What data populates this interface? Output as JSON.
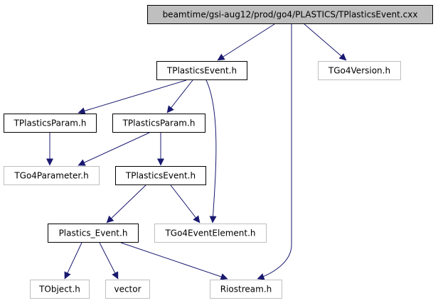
{
  "graph": {
    "nodes": [
      {
        "id": "root",
        "label": "beamtime/gsi-aug12/prod/go4/PLASTICS/TPlasticsEvent.cxx",
        "style": "root"
      },
      {
        "id": "tpe_h_1",
        "label": "TPlasticsEvent.h",
        "style": "documented"
      },
      {
        "id": "tgo4version",
        "label": "TGo4Version.h",
        "style": "external"
      },
      {
        "id": "tpp_h_1",
        "label": "TPlasticsParam.h",
        "style": "documented"
      },
      {
        "id": "tpp_h_2",
        "label": "TPlasticsParam.h",
        "style": "documented"
      },
      {
        "id": "tgo4parameter",
        "label": "TGo4Parameter.h",
        "style": "external"
      },
      {
        "id": "tpe_h_2",
        "label": "TPlasticsEvent.h",
        "style": "documented"
      },
      {
        "id": "plastics_event",
        "label": "Plastics_Event.h",
        "style": "documented"
      },
      {
        "id": "tgo4eventelement",
        "label": "TGo4EventElement.h",
        "style": "external"
      },
      {
        "id": "tobject",
        "label": "TObject.h",
        "style": "external"
      },
      {
        "id": "vector",
        "label": "vector",
        "style": "external"
      },
      {
        "id": "riostream",
        "label": "Riostream.h",
        "style": "external"
      }
    ],
    "edges": [
      {
        "from": "root",
        "to": "tpe_h_1"
      },
      {
        "from": "root",
        "to": "tgo4version"
      },
      {
        "from": "root",
        "to": "riostream"
      },
      {
        "from": "tpe_h_1",
        "to": "tpp_h_1"
      },
      {
        "from": "tpe_h_1",
        "to": "tpp_h_2"
      },
      {
        "from": "tpe_h_1",
        "to": "tgo4eventelement"
      },
      {
        "from": "tpp_h_1",
        "to": "tgo4parameter"
      },
      {
        "from": "tpp_h_2",
        "to": "tgo4parameter"
      },
      {
        "from": "tpp_h_2",
        "to": "tpe_h_2"
      },
      {
        "from": "tpe_h_2",
        "to": "plastics_event"
      },
      {
        "from": "tpe_h_2",
        "to": "tgo4eventelement"
      },
      {
        "from": "plastics_event",
        "to": "tobject"
      },
      {
        "from": "plastics_event",
        "to": "vector"
      },
      {
        "from": "plastics_event",
        "to": "riostream"
      }
    ],
    "colors": {
      "edge": "#191970",
      "root_fill": "#bfbfbf",
      "root_border": "#000000",
      "documented_border": "#000000",
      "external_border": "#bfbfbf",
      "text": "#000000"
    }
  }
}
